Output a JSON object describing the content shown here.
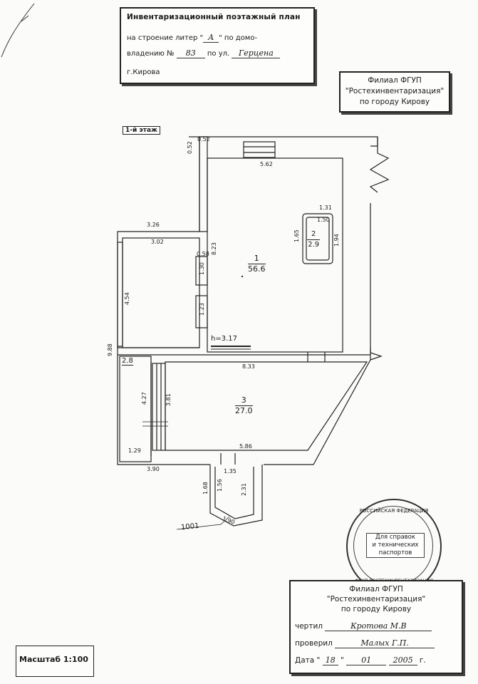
{
  "title_block": {
    "heading": "Инвентаризационный поэтажный план",
    "line1_prefix": "на строение литер \"",
    "litera": "А",
    "line1_suffix": "\" по домо-",
    "line2_prefix": "владению №",
    "house_no": "83",
    "line2_mid": "по ул.",
    "street": "Герцена",
    "city": "г.Кирова"
  },
  "branch_box": {
    "line1": "Филиал ФГУП",
    "line2": "\"Ростехинвентаризация\"",
    "line3": "по городу Кирову"
  },
  "floor_label": "1-й этаж",
  "rooms": [
    {
      "number": "1",
      "area": "56.6"
    },
    {
      "number": "2",
      "area": "2.9"
    },
    {
      "number": "3",
      "area": "27.0"
    },
    {
      "number": "",
      "area": "2.8"
    }
  ],
  "height_note": "h=3.17",
  "dimensions": {
    "d052": "0.52",
    "d562": "5.62",
    "d131": "1.31",
    "d150": "1.50",
    "d165": "1.65",
    "d194": "1.94",
    "d326": "3.26",
    "d302": "3.02",
    "d058": "0.58",
    "d823": "8.23",
    "d130": "1.30",
    "d454": "4.54",
    "d123": "1.23",
    "d988": "9.88",
    "d833": "8.33",
    "d427": "4.27",
    "d381": "3.81",
    "d586": "5.86",
    "d129": "1.29",
    "d390": "3.90",
    "d135": "1.35",
    "d168": "1.68",
    "d156": "1.56",
    "d231": "2.31",
    "d190": "1.90",
    "d1001": "1001"
  },
  "stamp": {
    "ring_top": "РОССИЙСКАЯ ФЕДЕРАЦИЯ",
    "ring_bottom": "ФГУП РОСТЕХИНВЕНТАРИЗАЦИЯ",
    "center1": "Для справок",
    "center2": "и технических",
    "center3": "паспортов"
  },
  "signature_block": {
    "line1": "Филиал ФГУП",
    "line2": "\"Ростехинвентаризация\"",
    "line3": "по городу Кирову",
    "drew_label": "чертил",
    "drew_name": "Кротова М.В",
    "checked_label": "проверил",
    "checked_name": "Малых Г.П.",
    "date_label": "Дата",
    "date_day": "18",
    "date_month": "01",
    "date_year": "2005",
    "year_suffix": "г."
  },
  "scale": "Масштаб 1:100"
}
